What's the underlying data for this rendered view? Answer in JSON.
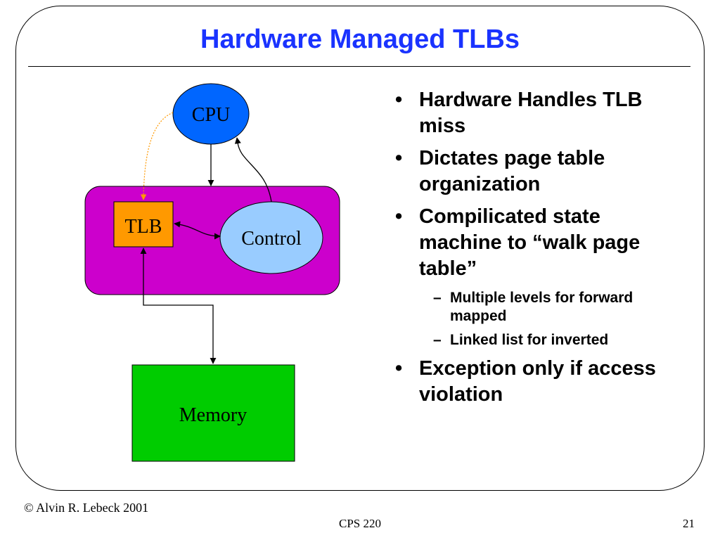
{
  "slide": {
    "title": "Hardware Managed TLBs",
    "diagram": {
      "cpu_label": "CPU",
      "tlb_label": "TLB",
      "control_label": "Control",
      "memory_label": "Memory",
      "colors": {
        "cpu": "#0066ff",
        "container": "#cc00cc",
        "tlb": "#ff9900",
        "control": "#99ccff",
        "memory": "#00cc00",
        "dotted_arrow": "#ff9900"
      }
    },
    "bullets": [
      {
        "text": "Hardware Handles TLB miss",
        "subs": []
      },
      {
        "text": "Dictates page table organization",
        "subs": []
      },
      {
        "text": "Compilicated state machine to “walk page table”",
        "subs": [
          "Multiple levels for forward mapped",
          "Linked list for inverted"
        ]
      },
      {
        "text": "Exception only if access violation",
        "subs": []
      }
    ]
  },
  "footer": {
    "copyright": "© Alvin R. Lebeck 2001",
    "course": "CPS 220",
    "page_number": "21"
  },
  "colors": {
    "title": "#1a33ff"
  }
}
